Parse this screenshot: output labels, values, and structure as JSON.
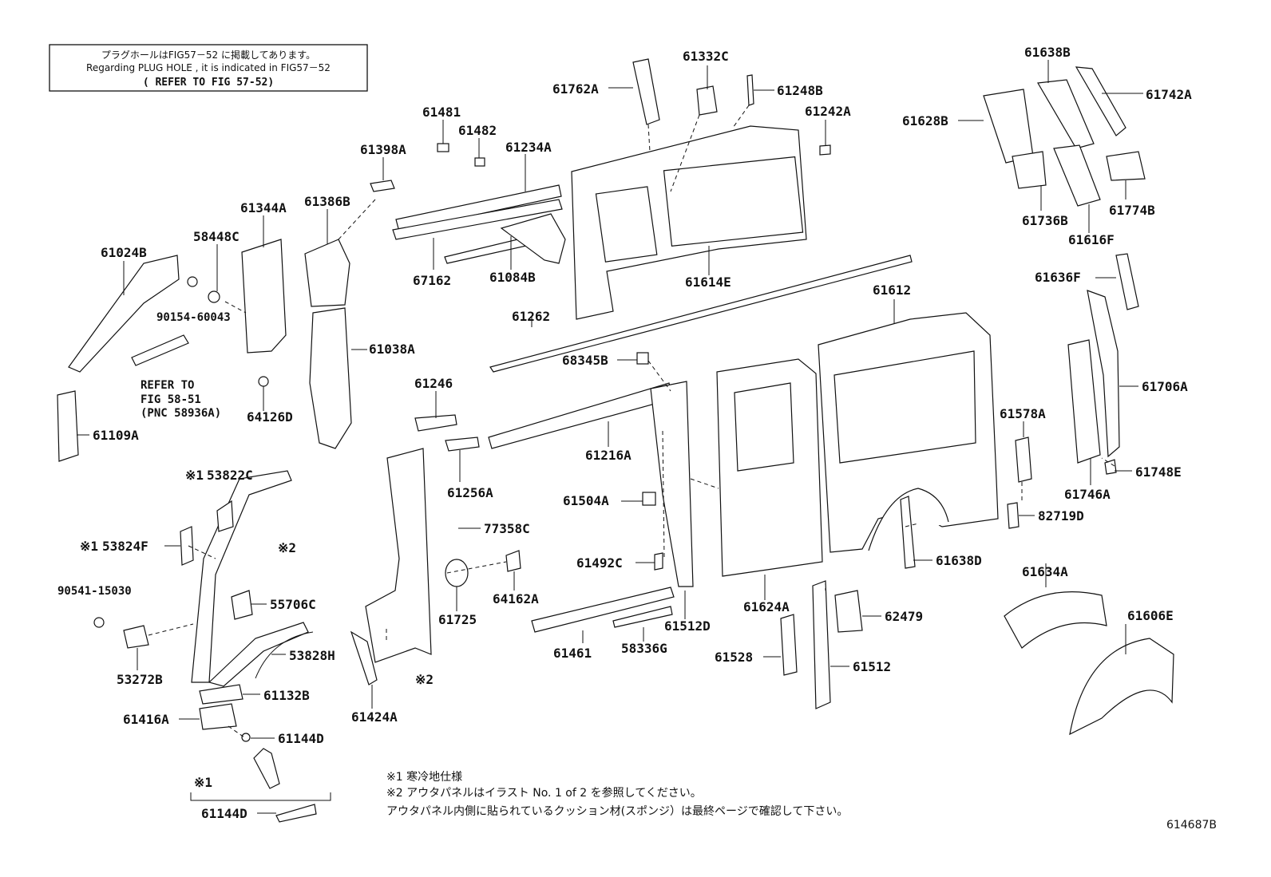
{
  "notice": {
    "line1": "プラグホールはFIG57－52 に掲載してあります。",
    "line2": "Regarding  PLUG HOLE , it is indicated in FIG57－52",
    "line3": "( REFER TO FIG 57-52)"
  },
  "refer_note": {
    "line1": "REFER TO",
    "line2": "FIG 58-51",
    "line3": "(PNC 58936A)"
  },
  "labels": {
    "p61762A": "61762A",
    "p61332C": "61332C",
    "p61248B": "61248B",
    "p61242A": "61242A",
    "p61638B": "61638B",
    "p61742A": "61742A",
    "p61628B": "61628B",
    "p61481": "61481",
    "p61482": "61482",
    "p61234A": "61234A",
    "p61398A": "61398A",
    "p61344A": "61344A",
    "p61386B": "61386B",
    "p58448C": "58448C",
    "p61024B": "61024B",
    "p90154": "90154-60043",
    "p67162": "67162",
    "p61084B": "61084B",
    "p61614E": "61614E",
    "p61736B": "61736B",
    "p61774B": "61774B",
    "p61616F": "61616F",
    "p61636F": "61636F",
    "p61612": "61612",
    "p61262": "61262",
    "p61038A": "61038A",
    "p68345B": "68345B",
    "p61706A": "61706A",
    "p64126D": "64126D",
    "p61246": "61246",
    "p61109A": "61109A",
    "p61216A": "61216A",
    "p61578A": "61578A",
    "p53822C": "53822C",
    "p61256A": "61256A",
    "p61746A": "61746A",
    "p61748E": "61748E",
    "p61504A": "61504A",
    "p82719D": "82719D",
    "p77358C": "77358C",
    "p53824F": "53824F",
    "p90541": "90541-15030",
    "p61492C": "61492C",
    "p61638D": "61638D",
    "p64162A": "64162A",
    "p61634A": "61634A",
    "p55706C": "55706C",
    "p61725": "61725",
    "p61512D": "61512D",
    "p61624A": "61624A",
    "p61606E": "61606E",
    "p62479": "62479",
    "p61461": "61461",
    "p58336G": "58336G",
    "p53828H": "53828H",
    "p61528": "61528",
    "p61512": "61512",
    "p53272B": "53272B",
    "p61132B": "61132B",
    "p61424A": "61424A",
    "p61416A": "61416A",
    "p61144D": "61144D",
    "p61144D_b": "61144D"
  },
  "marks": {
    "m1a": "※1",
    "m1b": "※1",
    "m1c": "※1",
    "m2a": "※2",
    "m2b": "※2"
  },
  "footnotes": {
    "f1": "※1 寒冷地仕様",
    "f2": "※2 アウタパネルはイラスト No. 1 of 2 を参照してください。",
    "f3": "アウタパネル内側に貼られているクッション材(スポンジ）は最終ページで確認して下さい。"
  },
  "figure_id": "614687B"
}
